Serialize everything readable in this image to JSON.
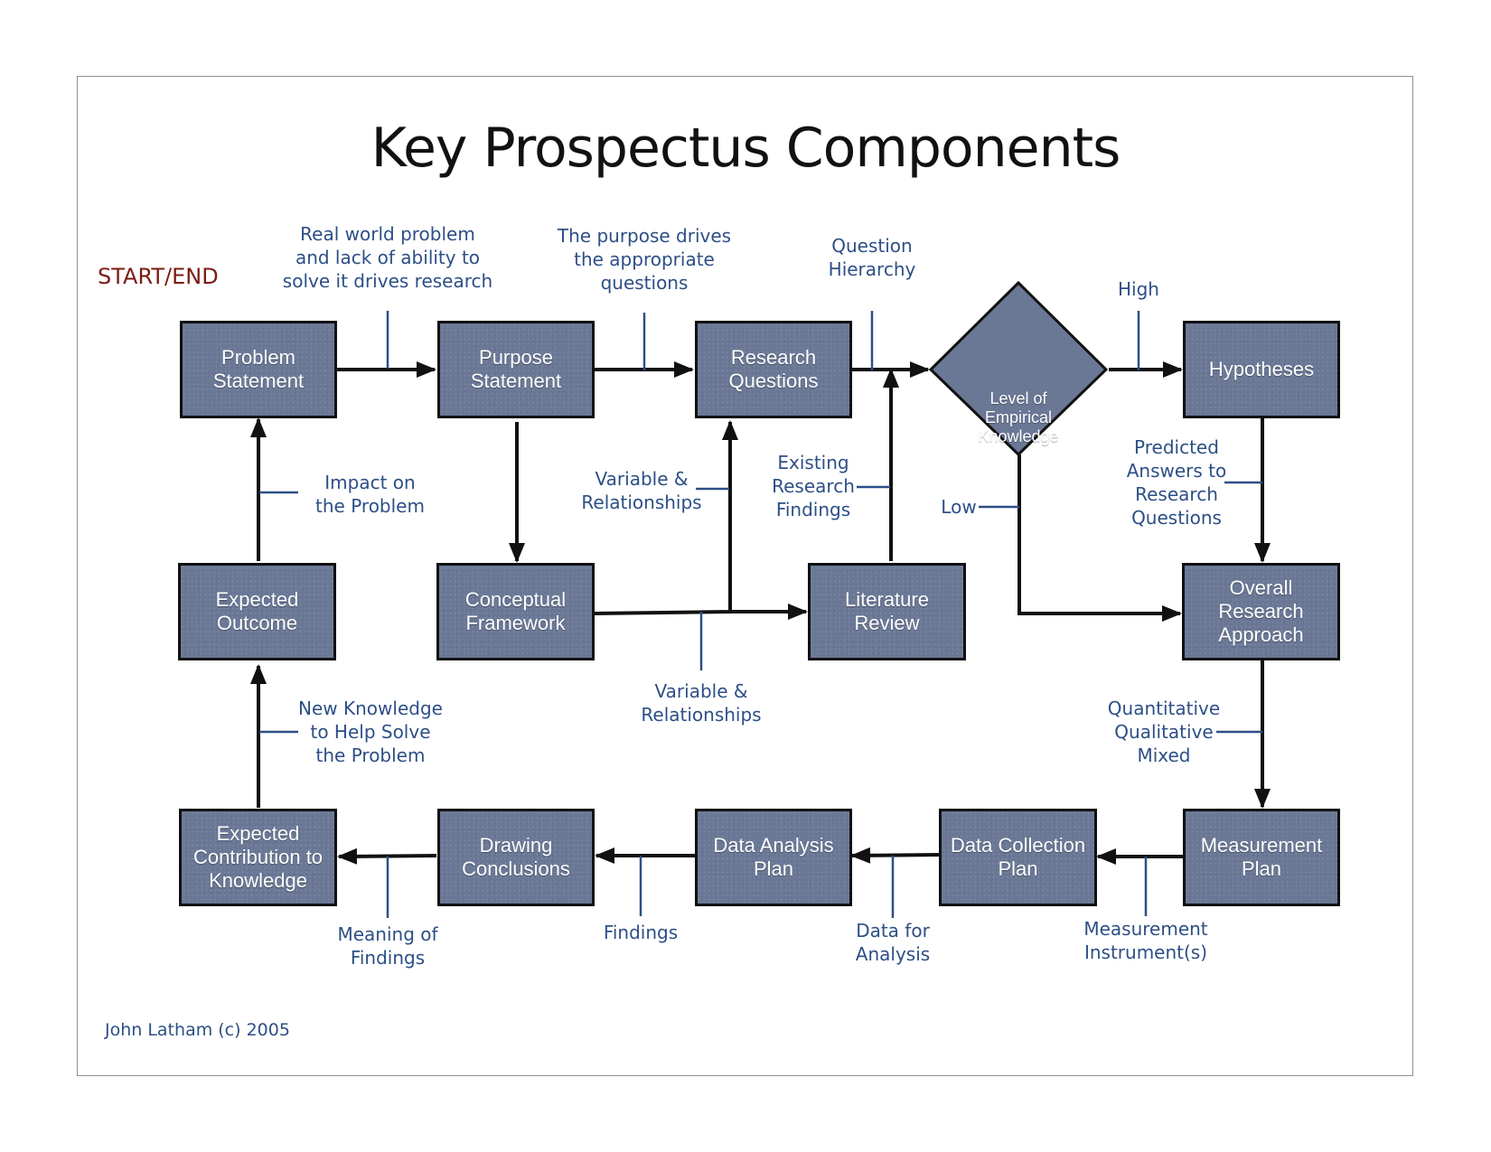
{
  "title": "Key Prospectus Components",
  "start_end_label": "START/END",
  "credit": "John Latham (c) 2005",
  "colors": {
    "box_fill": "#6a7896",
    "annotation": "#2d4f86",
    "start_end": "#7b1c12",
    "arrow": "#111111"
  },
  "nodes": {
    "problem_statement": "Problem\nStatement",
    "purpose_statement": "Purpose\nStatement",
    "research_questions": "Research\nQuestions",
    "level_of_empirical_knowledge": "Level of\nEmpirical\nKnowledge",
    "hypotheses": "Hypotheses",
    "expected_outcome": "Expected\nOutcome",
    "conceptual_framework": "Conceptual\nFramework",
    "literature_review": "Literature\nReview",
    "overall_research_approach": "Overall\nResearch\nApproach",
    "expected_contribution": "Expected\nContribution to\nKnowledge",
    "drawing_conclusions": "Drawing\nConclusions",
    "data_analysis_plan": "Data Analysis\nPlan",
    "data_collection_plan": "Data Collection\nPlan",
    "measurement_plan": "Measurement\nPlan"
  },
  "annotations": {
    "real_world_problem": "Real world problem\nand lack of ability to\nsolve it drives research",
    "purpose_drives": "The purpose drives\nthe appropriate\nquestions",
    "question_hierarchy": "Question\nHierarchy",
    "high": "High",
    "low": "Low",
    "impact_on_problem": "Impact on\nthe Problem",
    "variable_relationships_upper": "Variable &\nRelationships",
    "existing_research_findings": "Existing\nResearch\nFindings",
    "predicted_answers": "Predicted\nAnswers to\nResearch\nQuestions",
    "new_knowledge": "New Knowledge\nto Help Solve\nthe Problem",
    "variable_relationships_lower": "Variable &\nRelationships",
    "quant_qual_mixed": "Quantitative\nQualitative\nMixed",
    "meaning_of_findings": "Meaning of\nFindings",
    "findings": "Findings",
    "data_for_analysis": "Data for\nAnalysis",
    "measurement_instruments": "Measurement\nInstrument(s)"
  }
}
